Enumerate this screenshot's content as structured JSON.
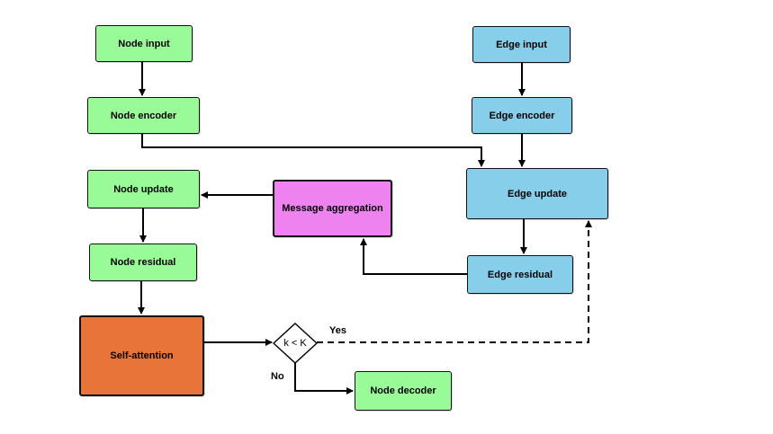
{
  "nodes": {
    "node_input": "Node input",
    "node_encoder": "Node encoder",
    "node_update": "Node update",
    "node_residual": "Node residual",
    "self_attention": "Self-attention",
    "node_decoder": "Node decoder",
    "edge_input": "Edge input",
    "edge_encoder": "Edge encoder",
    "edge_update": "Edge update",
    "edge_residual": "Edge residual",
    "message_aggregation": "Message aggregation"
  },
  "decision": {
    "condition": "k < K",
    "yes_label": "Yes",
    "no_label": "No"
  },
  "colors": {
    "node_fill": "#98fb98",
    "edge_fill": "#87ceeb",
    "aggregation_fill": "#ee82ee",
    "attention_fill": "#e9743a"
  }
}
